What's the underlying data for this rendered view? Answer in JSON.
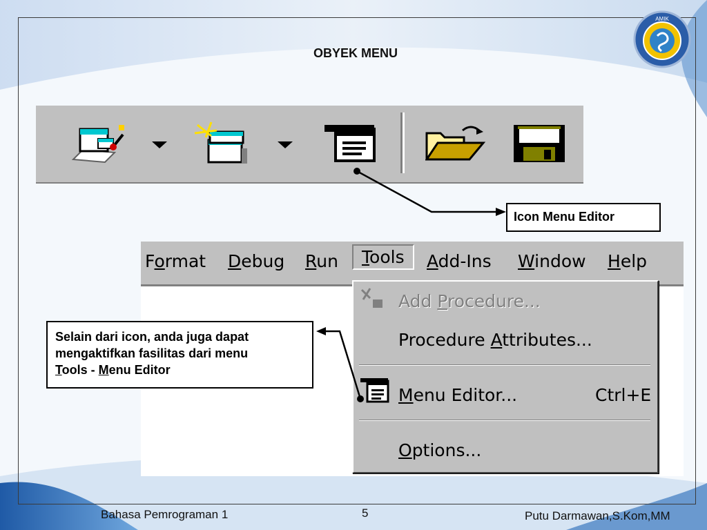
{
  "slide": {
    "title": "OBYEK MENU",
    "logo_text": "AMIK"
  },
  "toolbar": {
    "icons": [
      "add-form-icon",
      "dropdown-arrow-icon",
      "add-module-icon",
      "dropdown-arrow-icon",
      "menu-editor-icon",
      "open-folder-icon",
      "save-disk-icon"
    ]
  },
  "menubar": {
    "items": [
      {
        "pre": "F",
        "key": "o",
        "post": "rmat"
      },
      {
        "pre": "",
        "key": "D",
        "post": "ebug"
      },
      {
        "pre": "",
        "key": "R",
        "post": "un"
      },
      {
        "pre": "",
        "key": "T",
        "post": "ools"
      },
      {
        "pre": "",
        "key": "A",
        "post": "dd-Ins"
      },
      {
        "pre": "",
        "key": "W",
        "post": "indow"
      },
      {
        "pre": "",
        "key": "H",
        "post": "elp"
      }
    ]
  },
  "tools_menu": {
    "add_procedure": {
      "pre": "Add ",
      "key": "P",
      "post": "rocedure..."
    },
    "procedure_attributes": {
      "pre": "Procedure ",
      "key": "A",
      "post": "ttributes..."
    },
    "menu_editor": {
      "pre": "",
      "key": "M",
      "post": "enu Editor...",
      "shortcut": "Ctrl+E"
    },
    "options": {
      "pre": "",
      "key": "O",
      "post": "ptions..."
    }
  },
  "callouts": {
    "icon_label": "Icon Menu Editor",
    "line1": "Selain dari icon, anda juga dapat",
    "line2": "mengaktifkan fasilitas  dari menu",
    "line3_key1": "T",
    "line3_mid": "ools - ",
    "line3_key2": "M",
    "line3_end": "enu Editor"
  },
  "footer": {
    "left": "Bahasa Pemrograman 1",
    "page": "5",
    "right": "Putu Darmawan,S.Kom,MM"
  },
  "colors": {
    "accent_blue": "#1f6fb5",
    "menu_gray": "#c0c0c0"
  }
}
